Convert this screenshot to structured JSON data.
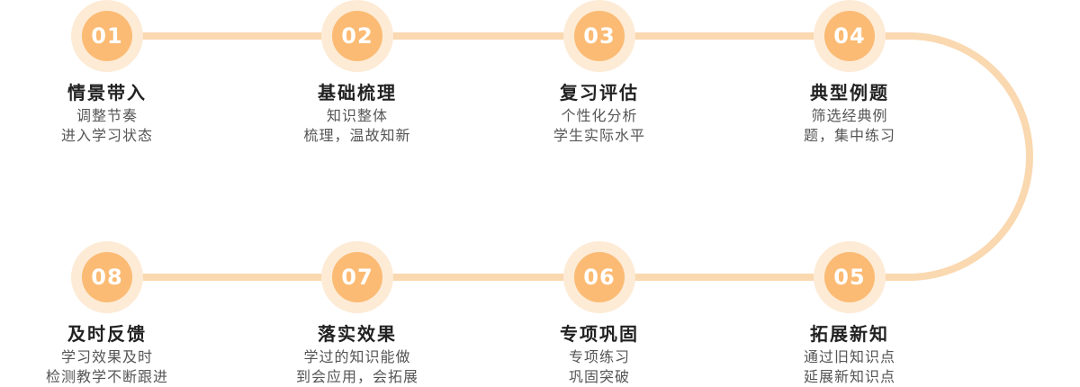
{
  "colors": {
    "track": "#fad8b0",
    "circle_outer": "#fdebd6",
    "circle_inner": "#fbbb74",
    "number_text": "#ffffff",
    "title_text": "#222222",
    "desc_text": "#555555"
  },
  "steps": [
    {
      "number": "01",
      "title": "情景带入",
      "lines": [
        "调整节奏",
        "进入学习状态"
      ]
    },
    {
      "number": "02",
      "title": "基础梳理",
      "lines": [
        "知识整体",
        "梳理，温故知新"
      ]
    },
    {
      "number": "03",
      "title": "复习评估",
      "lines": [
        "个性化分析",
        "学生实际水平"
      ]
    },
    {
      "number": "04",
      "title": "典型例题",
      "lines": [
        "筛选经典例",
        "题，集中练习"
      ]
    },
    {
      "number": "05",
      "title": "拓展新知",
      "lines": [
        "通过旧知识点",
        "延展新知识点"
      ]
    },
    {
      "number": "06",
      "title": "专项巩固",
      "lines": [
        "专项练习",
        "巩固突破"
      ]
    },
    {
      "number": "07",
      "title": "落实效果",
      "lines": [
        "学过的知识能做",
        "到会应用，会拓展"
      ]
    },
    {
      "number": "08",
      "title": "及时反馈",
      "lines": [
        "学习效果及时",
        "检测教学不断跟进"
      ]
    }
  ]
}
